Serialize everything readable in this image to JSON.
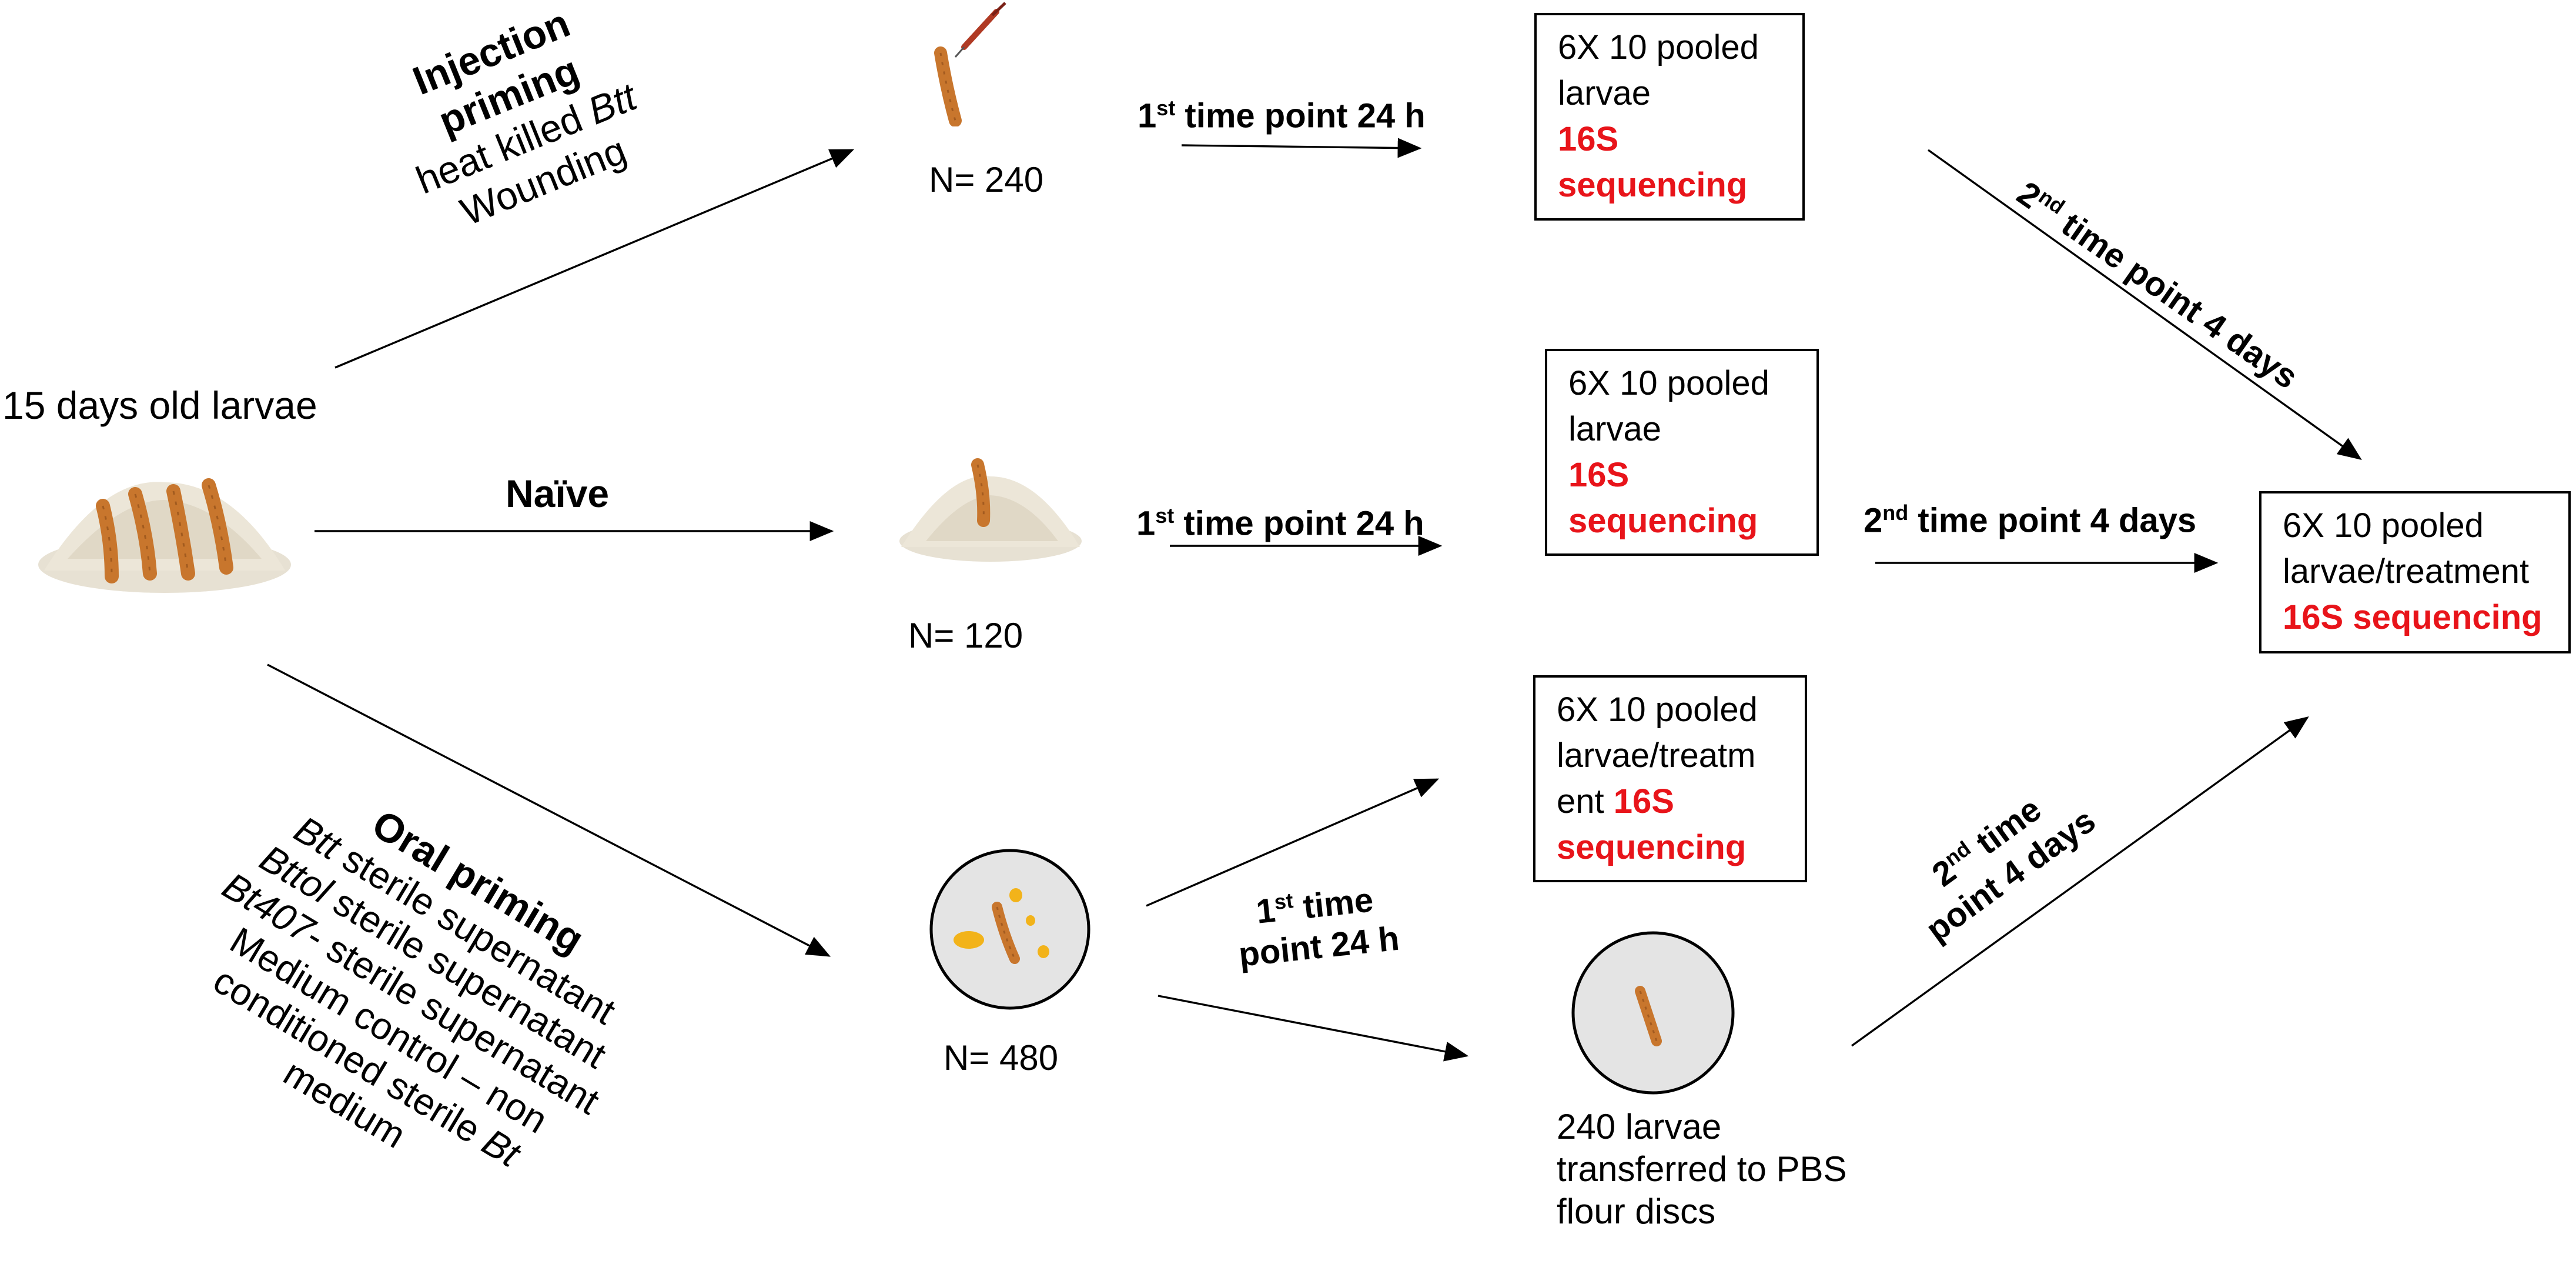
{
  "start_label": "15 days old larvae",
  "branches": {
    "injection": {
      "title_line1": "Injection",
      "title_line2": "priming",
      "line3_prefix": "heat killed ",
      "line3_italic": "Btt",
      "line4": "Wounding",
      "n": "N= 240",
      "time1": "time point 24 h",
      "time1_ord": "1",
      "time1_sup": "st",
      "time2": "time point 4 days",
      "time2_ord": "2",
      "time2_sup": "nd",
      "box_line1": "6X 10 pooled",
      "box_line2": "larvae",
      "box_red1": "16S",
      "box_red2": "sequencing"
    },
    "naive": {
      "title": "Naïve",
      "n": "N= 120",
      "time1": "time point 24 h",
      "time1_ord": "1",
      "time1_sup": "st",
      "time2": "time point 4 days",
      "time2_ord": "2",
      "time2_sup": "nd",
      "box_line1": "6X 10 pooled",
      "box_line2": "larvae",
      "box_red1": "16S",
      "box_red2": "sequencing"
    },
    "oral": {
      "title": "Oral priming",
      "lines": [
        {
          "italic": "Btt",
          "rest": " sterile supernatant"
        },
        {
          "italic": "Bttol",
          "rest": " sterile supernatant"
        },
        {
          "italic": "Bt407",
          "rest": "- sterile supernatant"
        },
        {
          "italic": "",
          "rest": "Medium control – non"
        },
        {
          "italic": "",
          "rest": "conditioned sterile ",
          "tail_italic": "Bt"
        },
        {
          "italic": "",
          "rest": "medium"
        }
      ],
      "n": "N= 480",
      "time1_ord": "1",
      "time1_sup": "st",
      "time1_a": "time",
      "time1_b": "point 24 h",
      "time2_ord": "2",
      "time2_sup": "nd",
      "time2_a": "time",
      "time2_b": "point 4 days",
      "box_line1": "6X 10 pooled",
      "box_line2": "larvae/treatm",
      "box_line3_prefix": "ent ",
      "box_red1": "16S",
      "box_red2": "sequencing",
      "pbs_line1": "240 larvae",
      "pbs_line2": "transferred to PBS",
      "pbs_line3": "flour discs"
    }
  },
  "final_box": {
    "line1": "6X 10 pooled",
    "line2": "larvae/treatment",
    "red": "16S sequencing"
  },
  "colors": {
    "accent_red": "#e8141a",
    "flour": "#e6dfcf",
    "larva": "#c8762d",
    "dish": "#e4e4e4",
    "droplet": "#f2b31a"
  }
}
